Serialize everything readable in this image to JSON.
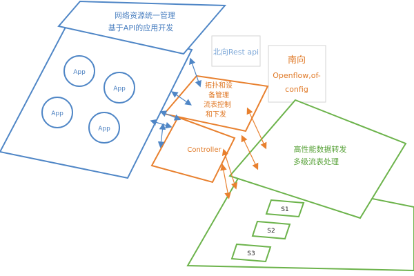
{
  "colors": {
    "blue": "#4f86c6",
    "blue_text": "#4a7fc0",
    "orange": "#e8802e",
    "orange_text": "#e07a28",
    "green": "#6cb34b",
    "green_text": "#5aa33b",
    "gray_border": "#d3d3d3",
    "dark_text": "#222222",
    "light_blue_text": "#7ea8d8"
  },
  "app_layer": {
    "title_line1": "网络资源统一管理",
    "title_line2": "基于API的应用开发",
    "apps": [
      "App",
      "App",
      "App",
      "App"
    ]
  },
  "controller_layer": {
    "functions": [
      "拓扑和设",
      "备管理",
      "流表控制",
      "和下发"
    ],
    "label": "Controller"
  },
  "northbound_label": "北向Rest api",
  "southbound_label": {
    "line1": "南向",
    "line2": "Openflow,of-",
    "line3": "config"
  },
  "forwarding_layer": {
    "line1": "高性能数据转发",
    "line2": "多级流表处理",
    "switches": [
      "S1",
      "S2",
      "S3"
    ]
  }
}
